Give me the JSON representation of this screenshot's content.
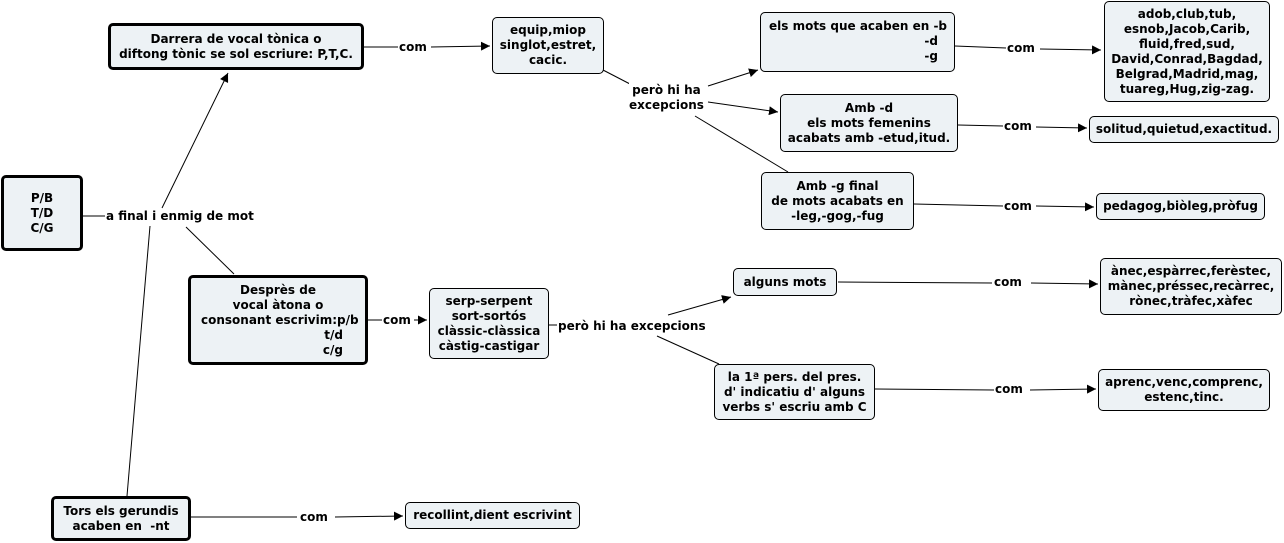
{
  "nodes": {
    "pbtdcg": "P/B\nT/D\nC/G",
    "darrera": "Darrera de vocal tònica o\ndiftong tònic se sol escriure: P,T,C.",
    "equip": "equip,miop\nsinglot,estret,\ncacic.",
    "mots_b": "els mots que acaben en -b",
    "mots_d": "-d",
    "mots_g": "-g",
    "adob": "adob,club,tub,\nesnob,Jacob,Carib,\nfluid,fred,sud,\nDavid,Conrad,Bagdad,\nBelgrad,Madrid,mag,\ntuareg,Hug,zig-zag.",
    "amb_d": "Amb -d\nels mots femenins\nacabats amb -etud,itud.",
    "solitud": "solitud,quietud,exactitud.",
    "amb_g": "Amb -g final\nde mots acabats en\n-leg,-gog,-fug",
    "pedagog": "pedagog,biòleg,pròfug",
    "despres_main": "Desprès de\nvocal àtona o\nconsonant escrivim:p/b",
    "despres_td": "t/d",
    "despres_cg": "c/g",
    "serp": "serp-serpent\nsort-sortós\nclàssic-clàssica\ncàstig-castigar",
    "alguns": "alguns mots",
    "anec": "ànec,espàrrec,ferèstec,\nmànec,préssec,recàrrec,\nrònec,tràfec,xàfec",
    "pers": "la 1ª pers. del pres.\nd' indicatiu d' alguns\nverbs s' escriu amb C",
    "aprenc": "aprenc,venc,comprenc,\nestenc,tinc.",
    "gerundis": "Tors els gerundis\nacaben en  -nt",
    "recollint": "recollint,dient escrivint"
  },
  "labels": {
    "afinal": "a final i enmig de mot",
    "com1": "com",
    "pero1": "però hi ha\nexcepcions",
    "com2": "com",
    "com3": "com",
    "com4": "com",
    "com5": "com",
    "pero2": "però hi ha excepcions",
    "com6": "com",
    "com7": "com",
    "com8": "com"
  }
}
